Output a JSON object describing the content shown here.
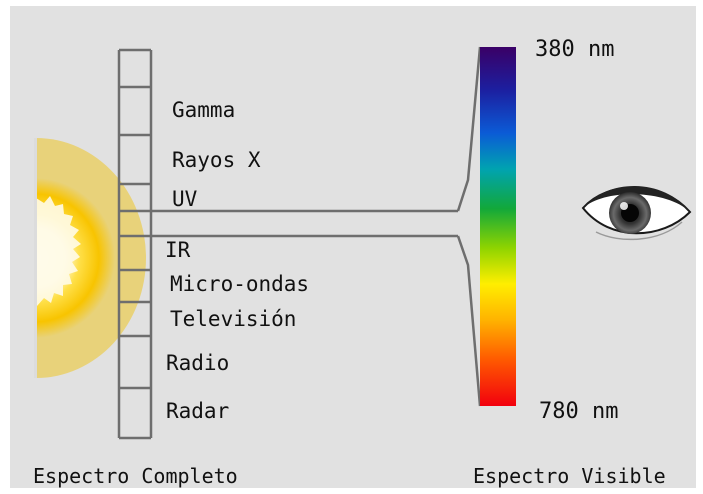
{
  "bands": [
    "Gamma",
    "Rayos X",
    "UV",
    "IR",
    "Micro-ondas",
    "Televisión",
    "Radio",
    "Radar"
  ],
  "visible_range": {
    "top": "380 nm",
    "bottom": "780 nm"
  },
  "footer": {
    "left": "Espectro Completo",
    "right": "Espectro Visible"
  },
  "icons": {
    "source": "sun-icon",
    "viewer": "eye-icon"
  },
  "colors": {
    "background": "#e1e1e1",
    "lines": "#6e6e6e",
    "sun": "#f5c400",
    "spectrum": [
      "#3a0066",
      "#1c1fa0",
      "#0b5bd6",
      "#00a3b0",
      "#12a83a",
      "#8fd400",
      "#ffee00",
      "#ffb300",
      "#ff5a00",
      "#f2000e"
    ]
  }
}
